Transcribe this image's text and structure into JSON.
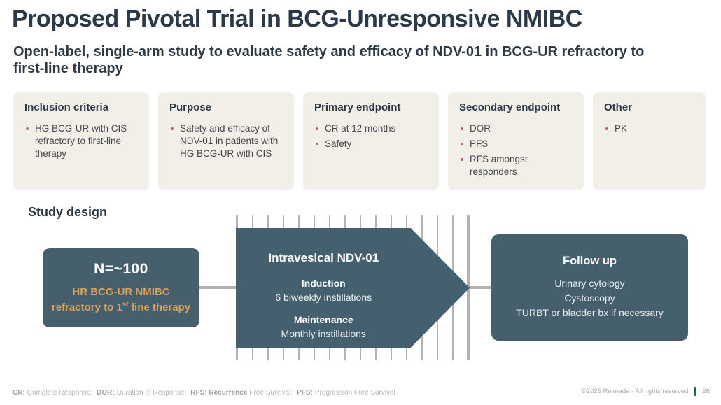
{
  "header": {
    "title": "Proposed Pivotal Trial in BCG-Unresponsive NMIBC",
    "subtitle": "Open-label, single-arm study to evaluate safety and efficacy of NDV-01 in BCG-UR refractory to first-line therapy"
  },
  "cards": [
    {
      "title": "Inclusion criteria",
      "bullets": [
        "HG BCG-UR with CIS refractory to first-line therapy"
      ]
    },
    {
      "title": "Purpose",
      "bullets": [
        "Safety and efficacy of NDV-01 in patients with HG BCG-UR with CIS"
      ]
    },
    {
      "title": "Primary endpoint",
      "bullets": [
        "CR at 12 months",
        "Safety"
      ]
    },
    {
      "title": "Secondary endpoint",
      "bullets": [
        "DOR",
        "PFS",
        "RFS amongst responders"
      ]
    },
    {
      "title": "Other",
      "bullets": [
        "PK"
      ]
    }
  ],
  "study_design": {
    "heading": "Study design",
    "n_box": {
      "line1": "N=~100",
      "line2": "HR BCG-UR NMIBC",
      "line3_prefix": "refractory to 1",
      "line3_sup": "st",
      "line3_suffix": " line therapy"
    },
    "arrow": {
      "title": "Intravesical NDV-01",
      "induction_label": "Induction",
      "induction_text": "6 biweekly instillations",
      "maintenance_label": "Maintenance",
      "maintenance_text": "Monthly instillations"
    },
    "follow_up": {
      "title": "Follow up",
      "items": [
        "Urinary cytology",
        "Cystoscopy",
        "TURBT or bladder bx if necessary"
      ]
    }
  },
  "footer": {
    "definitions": [
      {
        "label": "CR:",
        "text": "Complete Response;"
      },
      {
        "label": "DOR:",
        "text": "Duration of Response;"
      },
      {
        "label": "RFS: Recurrence",
        "text": "Free Survival;"
      },
      {
        "label": "PFS:",
        "text": "Progression Free Survival"
      }
    ],
    "copyright": "©2025 Relmada - All rights reserved",
    "page_number": "26"
  },
  "colors": {
    "accent_dark": "#455f6d",
    "accent_gold": "#d9a05b",
    "card_bg": "#f2efe9",
    "title_text": "#2c3947",
    "bullet_dot": "#b65f6d",
    "line_gray": "#b2b2b2",
    "footer_green": "#1e6b4a"
  }
}
